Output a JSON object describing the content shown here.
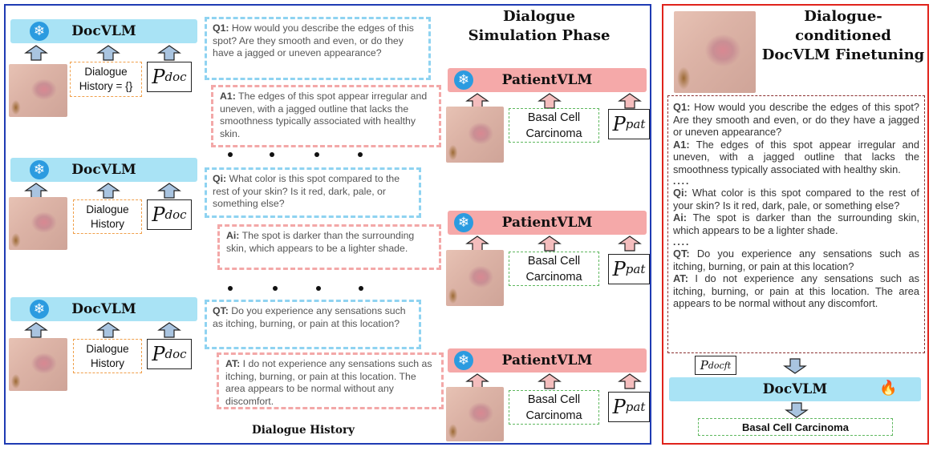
{
  "left_panel": {
    "title": "Dialogue Simulation Phase",
    "caption": "Dialogue History",
    "doc_rows": [
      {
        "model": "DocVLM",
        "history": "Dialogue History = {}",
        "prompt_base": "P",
        "prompt_sub": "doc"
      },
      {
        "model": "DocVLM",
        "history": "Dialogue History",
        "prompt_base": "P",
        "prompt_sub": "doc"
      },
      {
        "model": "DocVLM",
        "history": "Dialogue History",
        "prompt_base": "P",
        "prompt_sub": "doc"
      }
    ],
    "patient_rows": [
      {
        "model": "PatientVLM",
        "diagnosis": "Basal Cell Carcinoma",
        "prompt_base": "P",
        "prompt_sub": "pat"
      },
      {
        "model": "PatientVLM",
        "diagnosis": "Basal Cell Carcinoma",
        "prompt_base": "P",
        "prompt_sub": "pat"
      },
      {
        "model": "PatientVLM",
        "diagnosis": "Basal Cell Carcinoma",
        "prompt_base": "P",
        "prompt_sub": "pat"
      }
    ],
    "questions": [
      {
        "tag": "Q1:",
        "text": "How would you describe the edges of this spot? Are they smooth and even, or do they have a jagged or uneven appearance?"
      },
      {
        "tag": "Qi:",
        "text": "What color is this spot compared to the rest of your skin? Is it red, dark, pale, or something else?"
      },
      {
        "tag": "QT:",
        "text": "Do you experience any sensations such as itching, burning, or pain at this location?"
      }
    ],
    "answers": [
      {
        "tag": "A1:",
        "text": "The edges of this spot appear irregular and uneven, with a jagged outline that lacks the smoothness typically associated with healthy skin."
      },
      {
        "tag": "Ai:",
        "text": "The spot is darker than the surrounding skin, which appears to be a lighter shade."
      },
      {
        "tag": "AT:",
        "text": "I do not experience any sensations such as itching, burning, or pain at this location. The area appears to be normal without any discomfort."
      }
    ]
  },
  "right_panel": {
    "title": "Dialogue-conditioned DocVLM Finetuning",
    "dialogue": [
      {
        "tag": "Q1:",
        "text": "How would you describe the edges of this spot? Are they smooth and even, or do they have a jagged or uneven appearance?"
      },
      {
        "tag": "A1:",
        "text": "The edges of this spot appear irregular and uneven, with a jagged outline that lacks the smoothness typically associated with healthy skin."
      },
      {
        "tag": "Qi:",
        "text": "What color is this spot compared to the rest of your skin? Is it red, dark, pale, or something else?"
      },
      {
        "tag": "Ai:",
        "text": "The spot is darker than the surrounding skin, which appears to be a lighter shade."
      },
      {
        "tag": "QT:",
        "text": "Do you experience any sensations such as itching, burning, or pain at this location?"
      },
      {
        "tag": "AT:",
        "text": "I do not experience any sensations such as itching, burning, or pain at this location. The area appears to be normal without any discomfort."
      }
    ],
    "ellipsis": "....",
    "prompt_base": "P",
    "prompt_sub": "docft",
    "model": "DocVLM",
    "output": "Basal Cell Carcinoma"
  },
  "icons": {
    "frozen": "snowflake-icon",
    "trainable": "fire-icon",
    "skin_image": "skin-lesion-image"
  },
  "colors": {
    "doc_bar": "#a9e3f5",
    "patient_bar": "#f5a9a9",
    "left_frame": "#1f3bb3",
    "right_frame": "#e0231b"
  }
}
